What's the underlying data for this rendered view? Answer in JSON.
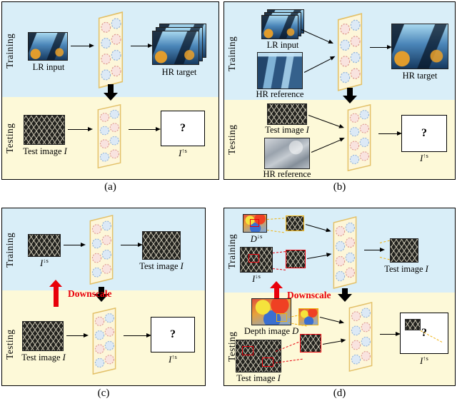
{
  "labels": {
    "training": "Training",
    "testing": "Testing",
    "lr_input": "LR input",
    "hr_target": "HR target",
    "hr_reference": "HR reference",
    "test_image": "Test image",
    "depth_image": "Depth image",
    "downscale": "Downscale",
    "question_mark": "?",
    "var_I": "I",
    "var_D": "D",
    "sup_up_s": "↑s",
    "sup_down_s": "↓s"
  },
  "captions": {
    "a": "(a)",
    "b": "(b)",
    "c": "(c)",
    "d": "(d)"
  },
  "colors": {
    "training_bg": "#d9eef8",
    "testing_bg": "#fdf9d8",
    "network_fill": "#fdf6d9",
    "network_stroke": "#e3c169",
    "node_pink_fill": "#f9e3df",
    "node_pink_stroke": "#dd9a8e",
    "node_blue_fill": "#dce9f6",
    "node_blue_stroke": "#93b4d8",
    "downscale_red": "#e8000b",
    "patch_yellow": "#efb210",
    "patch_red": "#e8000b"
  }
}
